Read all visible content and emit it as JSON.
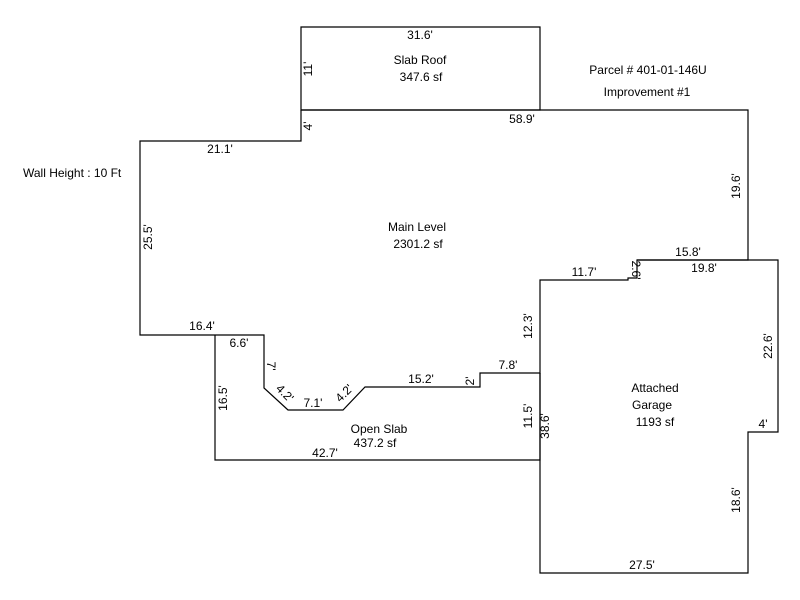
{
  "header": {
    "parcel": "Parcel # 401-01-146U",
    "improvement": "Improvement #1",
    "wall_height": "Wall Height : 10 Ft"
  },
  "areas": {
    "slab_roof": {
      "name": "Slab Roof",
      "area": "347.6 sf"
    },
    "main_level": {
      "name": "Main Level",
      "area": "2301.2 sf"
    },
    "open_slab": {
      "name": "Open Slab",
      "area": "437.2 sf"
    },
    "garage": {
      "name_line1": "Attached",
      "name_line2": "Garage",
      "area": "1193 sf"
    }
  },
  "dimensions": {
    "slab_top": "31.6'",
    "slab_left": "11'",
    "step_4": "4'",
    "main_top": "58.9'",
    "main_right": "19.6'",
    "main_upper_left": "21.1'",
    "main_left": "25.5'",
    "main_lower_left": "16.4'",
    "open_top": "6.6'",
    "open_left": "16.5'",
    "notch_7": "7'",
    "diag_left": "4.2'",
    "notch_bottom": "7.1'",
    "diag_right": "4.2'",
    "open_mid": "15.2'",
    "step_2": "2'",
    "open_right_top": "7.8'",
    "open_bottom": "42.7'",
    "open_right": "11.5'",
    "main_garage_left": "12.3'",
    "garage_top_left": "11.7'",
    "garage_step": "2.6'",
    "garage_top_mid": "15.8'",
    "garage_top_right": "19.8'",
    "garage_left": "38.6'",
    "garage_right_upper": "22.6'",
    "garage_right_step": "4'",
    "garage_right_lower": "18.6'",
    "garage_bottom": "27.5'"
  }
}
